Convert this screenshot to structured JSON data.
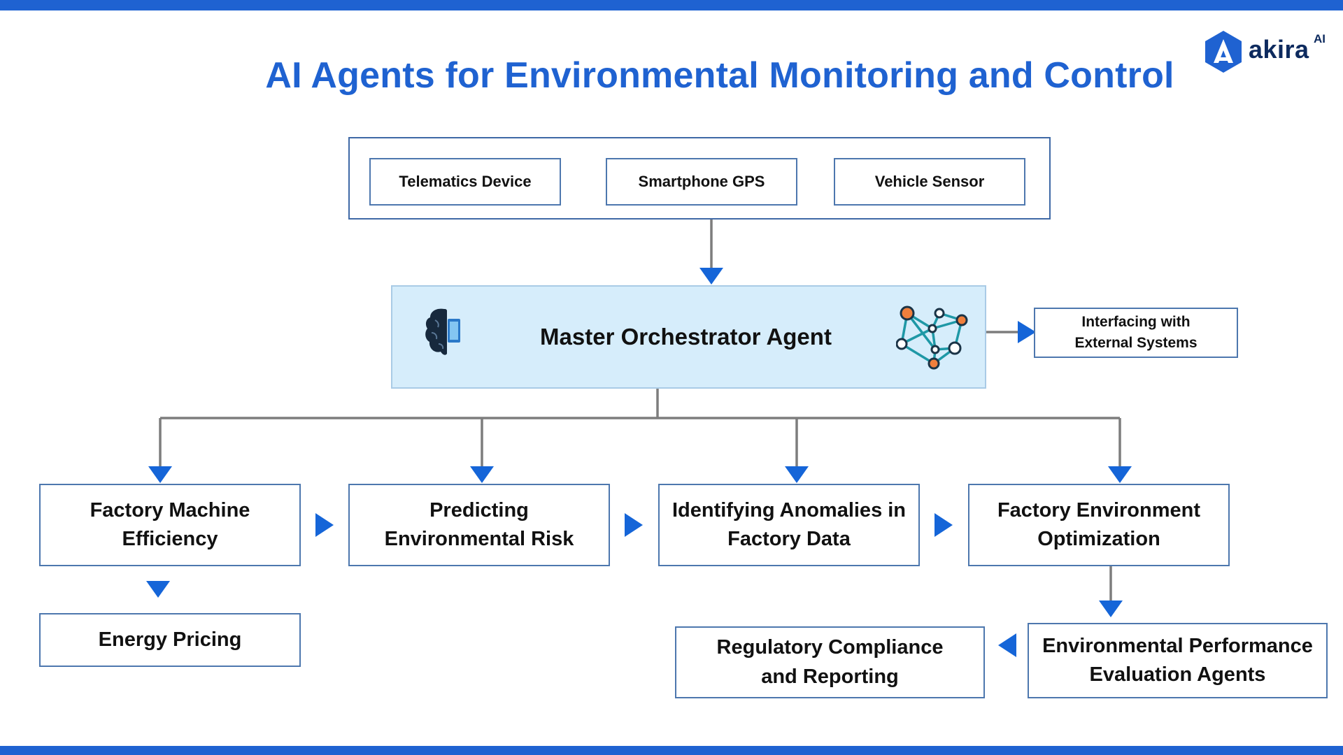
{
  "page": {
    "title": "AI Agents for Environmental Monitoring and Control",
    "colors": {
      "accent": "#1f62d1",
      "arrow": "#1565d8",
      "line": "#7d7d7d",
      "box_border": "#4d77ae",
      "orchestrator_fill": "#d6edfb"
    }
  },
  "logo": {
    "brand": "akira",
    "superscript": "AI",
    "icon": "akira-logo-icon"
  },
  "sources": [
    {
      "label": "Telematics Device"
    },
    {
      "label": "Smartphone GPS"
    },
    {
      "label": "Vehicle Sensor"
    }
  ],
  "orchestrator": {
    "label": "Master Orchestrator Agent",
    "icons": [
      "brain-icon",
      "network-icon"
    ]
  },
  "external": {
    "line1": "Interfacing with",
    "line2": "External Systems"
  },
  "agents": [
    {
      "line1": "Factory Machine",
      "line2": "Efficiency"
    },
    {
      "line1": "Predicting",
      "line2": "Environmental Risk"
    },
    {
      "line1": "Identifying Anomalies in",
      "line2": "Factory Data"
    },
    {
      "line1": "Factory Environment",
      "line2": "Optimization"
    }
  ],
  "energy": {
    "label": "Energy Pricing"
  },
  "regulatory": {
    "line1": "Regulatory Compliance",
    "line2": "and Reporting"
  },
  "evaluation": {
    "line1": "Environmental Performance",
    "line2": "Evaluation Agents"
  }
}
